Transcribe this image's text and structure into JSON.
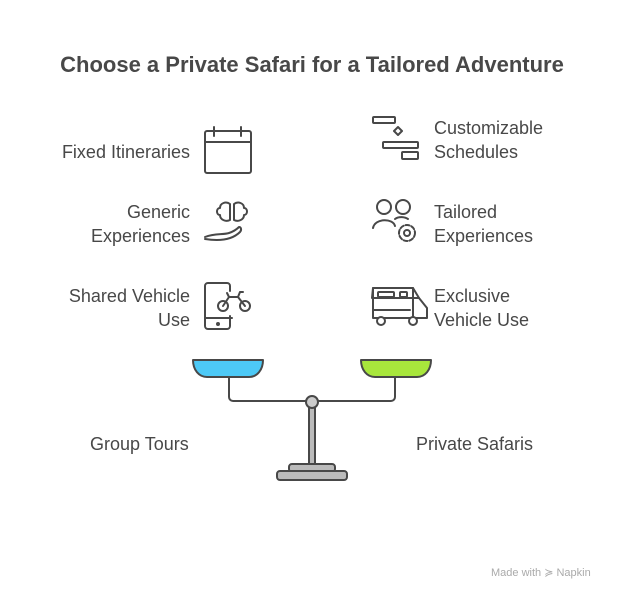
{
  "title": "Choose a Private Safari for a Tailored Adventure",
  "left": {
    "label": "Group Tours",
    "items": [
      {
        "line1": "Fixed Itineraries",
        "line2": "",
        "icon": "calendar-icon"
      },
      {
        "line1": "Generic",
        "line2": "Experiences",
        "icon": "brain-hand-icon"
      },
      {
        "line1": "Shared Vehicle",
        "line2": "Use",
        "icon": "phone-bike-icon"
      }
    ]
  },
  "right": {
    "label": "Private Safaris",
    "items": [
      {
        "line1": "Customizable",
        "line2": "Schedules",
        "icon": "gantt-icon"
      },
      {
        "line1": "Tailored",
        "line2": "Experiences",
        "icon": "users-gear-icon"
      },
      {
        "line1": "Exclusive",
        "line2": "Vehicle Use",
        "icon": "camper-van-icon"
      }
    ]
  },
  "colors": {
    "left_pan": "#4dc9f6",
    "right_pan": "#a8e63c",
    "stroke": "#484848"
  },
  "footer": {
    "made_with": "Made with",
    "brand": "Napkin"
  }
}
